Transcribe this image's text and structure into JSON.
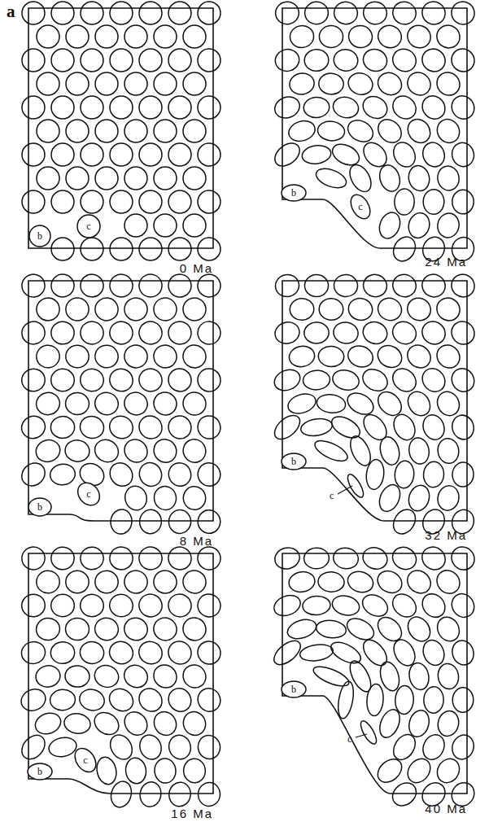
{
  "diagram": {
    "nodes": [
      {
        "text": [
          "b"
        ]
      },
      {
        "text": [
          "c"
        ]
      },
      {
        "text": [
          "b"
        ]
      },
      {
        "text": [
          "c"
        ]
      },
      {
        "text": [
          "b"
        ]
      },
      {
        "text": [
          "c"
        ]
      },
      {
        "text": [
          "b"
        ]
      },
      {
        "text": [
          "c"
        ]
      },
      {
        "text": [
          "b"
        ]
      },
      {
        "text": [
          "b"
        ]
      }
    ],
    "labels": [
      "a",
      "0 Ma",
      "8 Ma",
      "16 Ma",
      "24 Ma",
      "32 Ma",
      "40 Ma",
      "c",
      "c"
    ]
  }
}
